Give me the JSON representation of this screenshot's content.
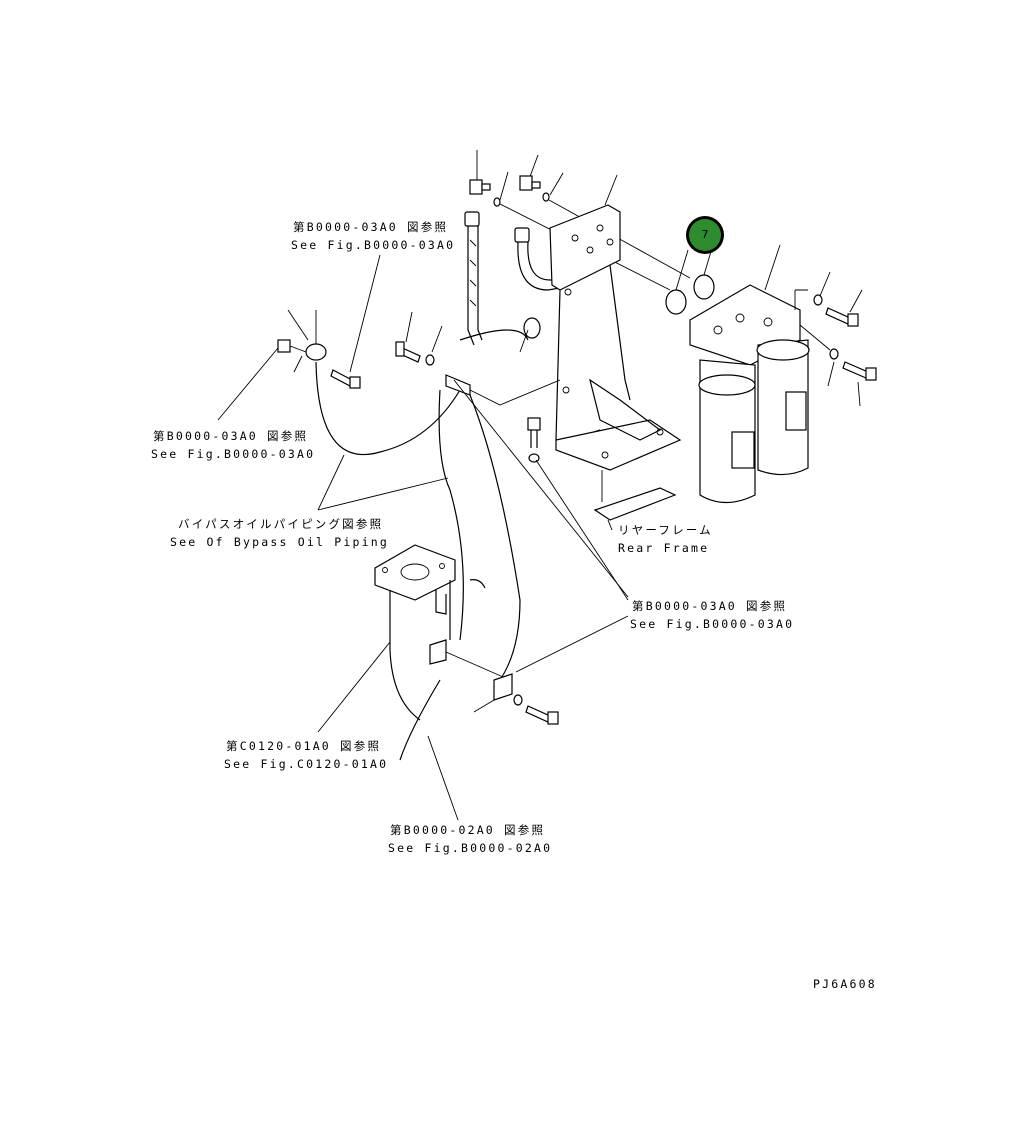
{
  "labels": {
    "ref_top": {
      "jp": "第B0000-03A0 図参照",
      "en": "See Fig.B0000-03A0"
    },
    "ref_left": {
      "jp": "第B0000-03A0 図参照",
      "en": "See Fig.B0000-03A0"
    },
    "bypass": {
      "jp": "バイパスオイルパイピング図参照",
      "en": "See Of Bypass Oil Piping"
    },
    "rear_frame": {
      "jp": "リヤーフレーム",
      "en": "Rear Frame"
    },
    "ref_right": {
      "jp": "第B0000-03A0 図参照",
      "en": "See Fig.B0000-03A0"
    },
    "ref_c0120": {
      "jp": "第C0120-01A0 図参照",
      "en": "See Fig.C0120-01A0"
    },
    "ref_b0200": {
      "jp": "第B0000-02A0 図参照",
      "en": "See Fig.B0000-02A0"
    },
    "drawing_code": "PJ6A608"
  },
  "callout": {
    "number": "7",
    "color": "#2e8b2e",
    "ring_color": "#000000"
  }
}
